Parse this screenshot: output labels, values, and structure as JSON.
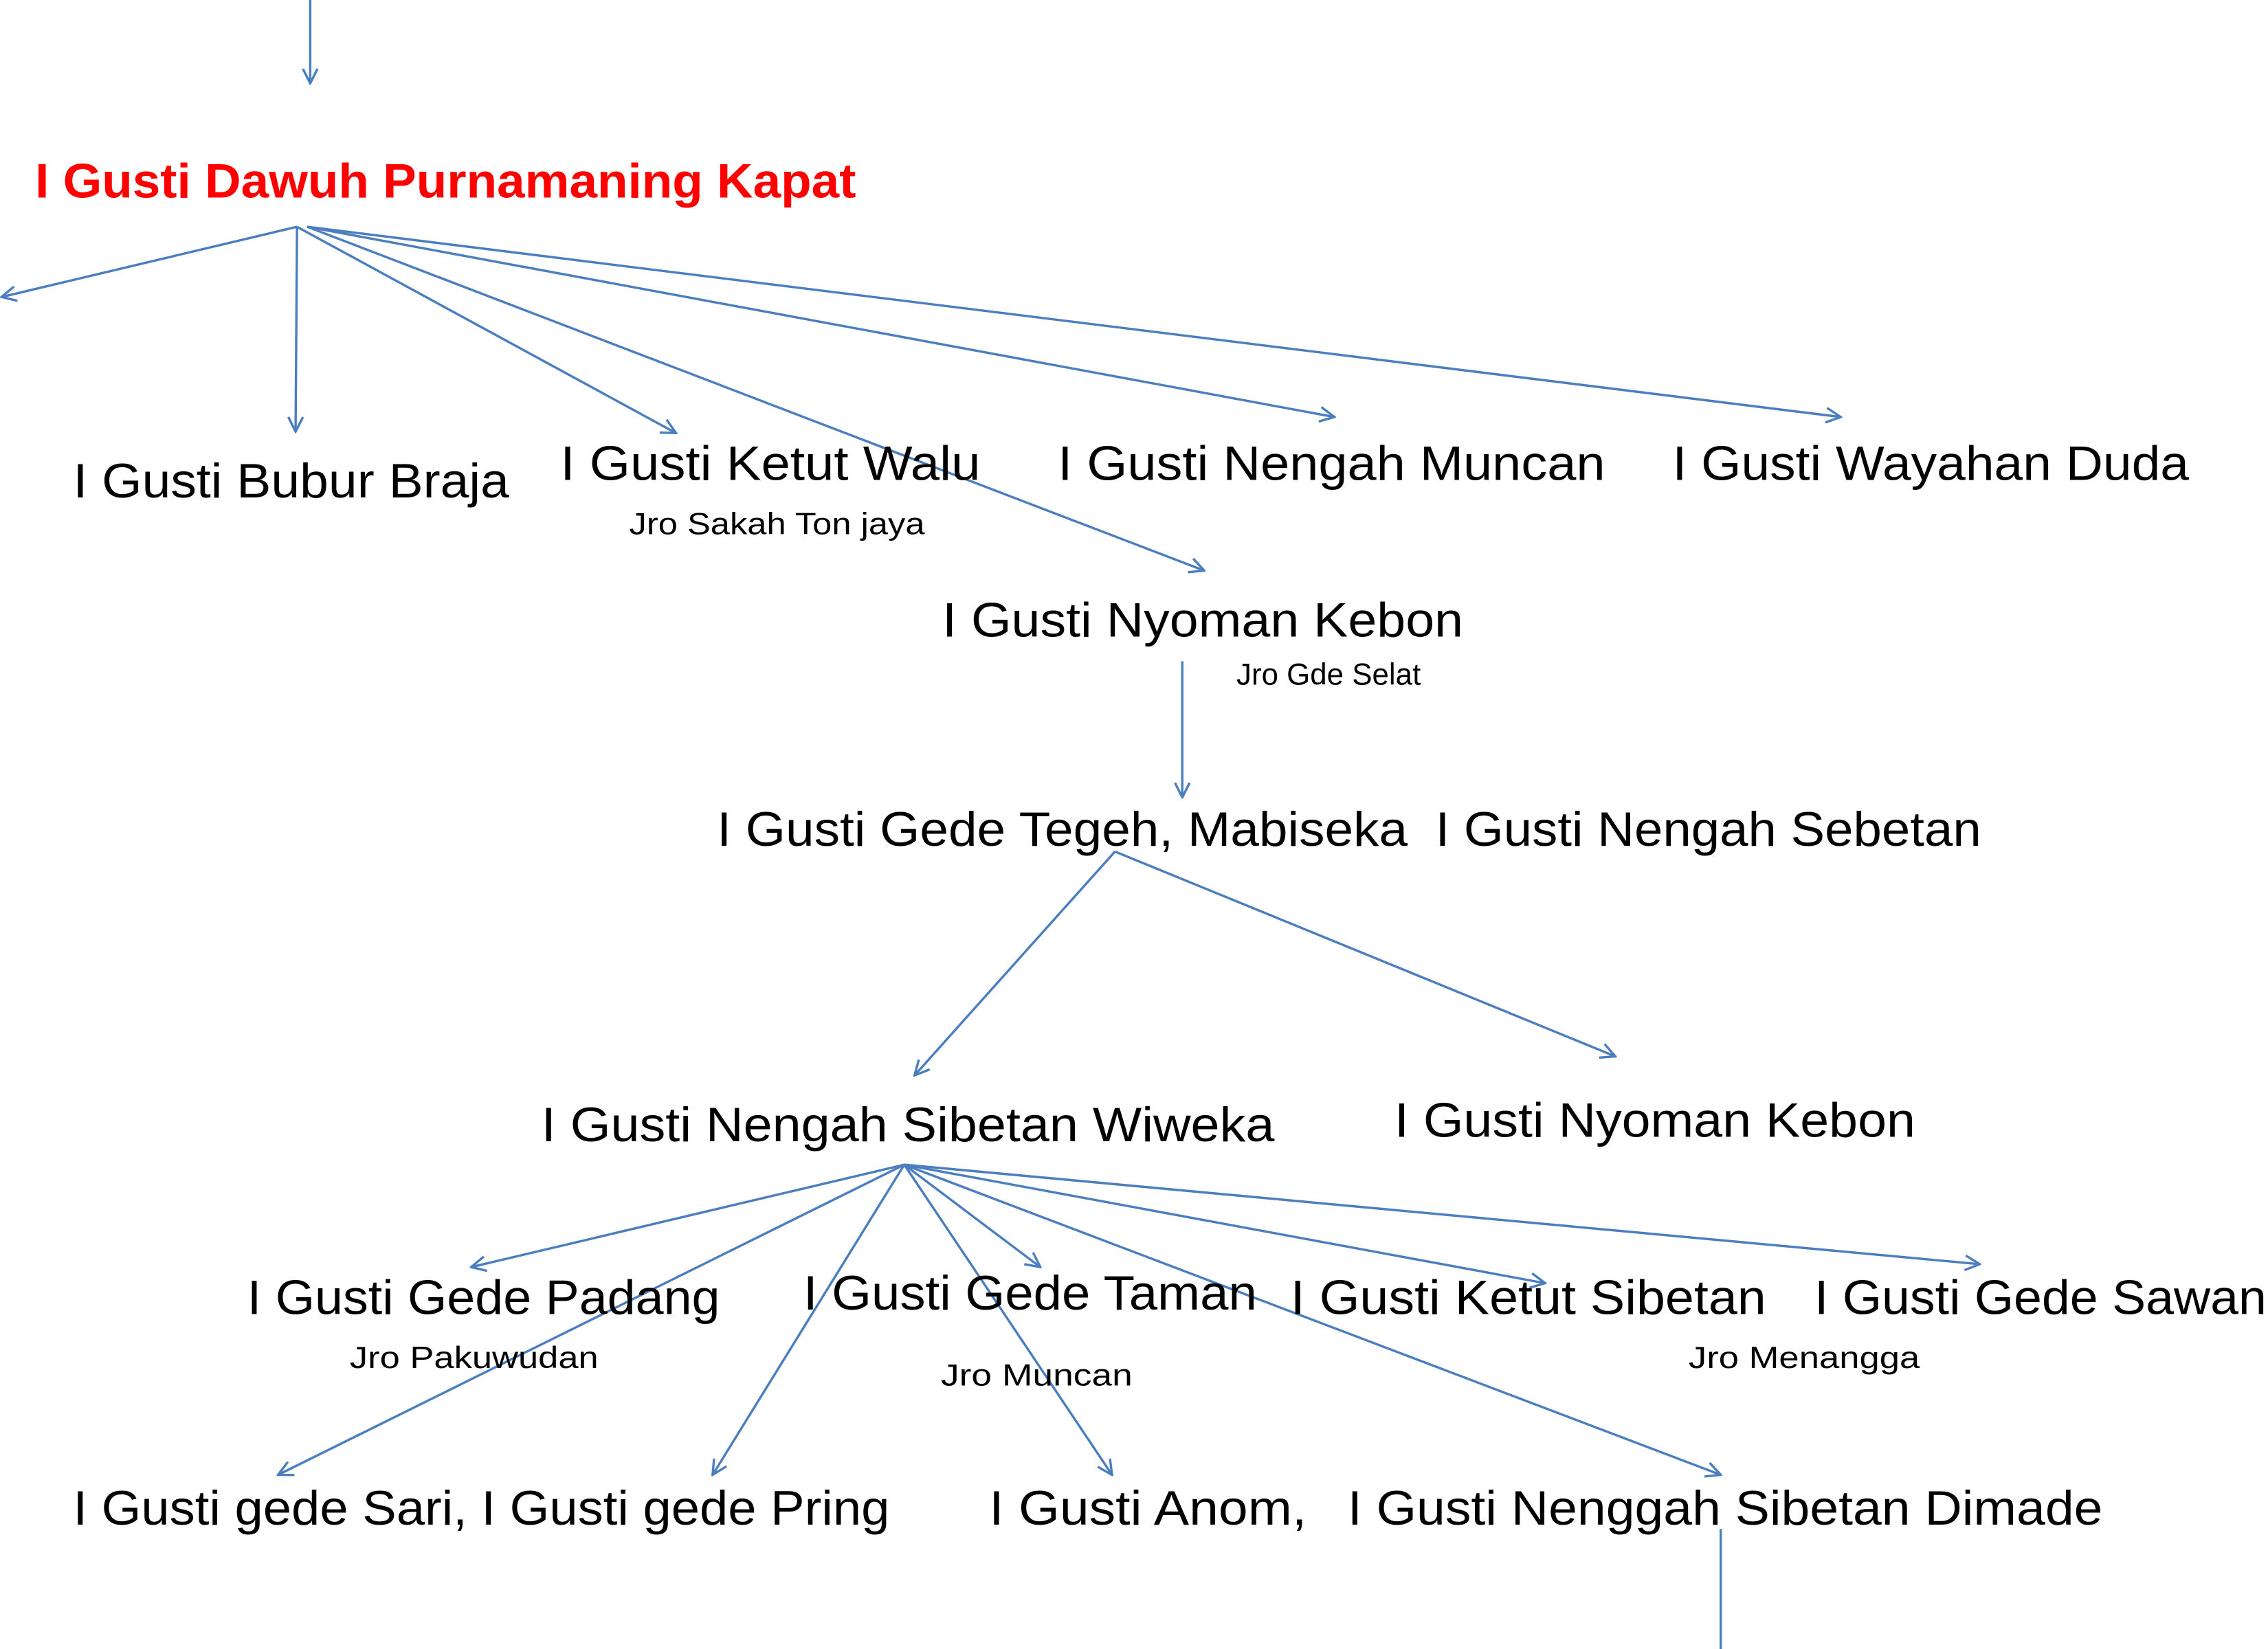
{
  "colors": {
    "title": "#ff0000",
    "arrow": "#4a7ebf",
    "text": "#000000"
  },
  "root": "I Gusti Dawuh Purnamaning Kapat",
  "generation_1": {
    "bubur_braja": "I Gusti Bubur Braja",
    "ketut_walu": "I Gusti Ketut Walu",
    "ketut_walu_title": "Jro Sakah Ton jaya",
    "nengah_muncan": "I Gusti Nengah Muncan",
    "wayahan_duda": "I Gusti Wayahan Duda",
    "nyoman_kebon": "I Gusti Nyoman Kebon",
    "nyoman_kebon_title": "Jro Gde Selat"
  },
  "generation_2": {
    "gede_tegeh": "I Gusti Gede Tegeh, Mabiseka",
    "nengah_sebetan": "I Gusti Nengah Sebetan"
  },
  "generation_3": {
    "sibetan_wiweka": "I Gusti Nengah Sibetan Wiweka",
    "nyoman_kebon": "I Gusti Nyoman Kebon"
  },
  "generation_4": {
    "gede_padang": "I Gusti Gede Padang",
    "gede_padang_title": "Jro Pakuwudan",
    "gede_taman": "I Gusti Gede Taman",
    "gede_taman_title": "Jro Muncan",
    "ketut_sibetan": "I Gusti Ketut Sibetan",
    "gede_sawan": "I Gusti Gede Sawan",
    "gede_sawan_title": "Jro Menangga",
    "sari_pring": "I Gusti gede Sari, I Gusti gede Pring",
    "anom": "I Gusti Anom,",
    "sibetan_dimade": "I Gusti Nenggah Sibetan Dimade"
  }
}
